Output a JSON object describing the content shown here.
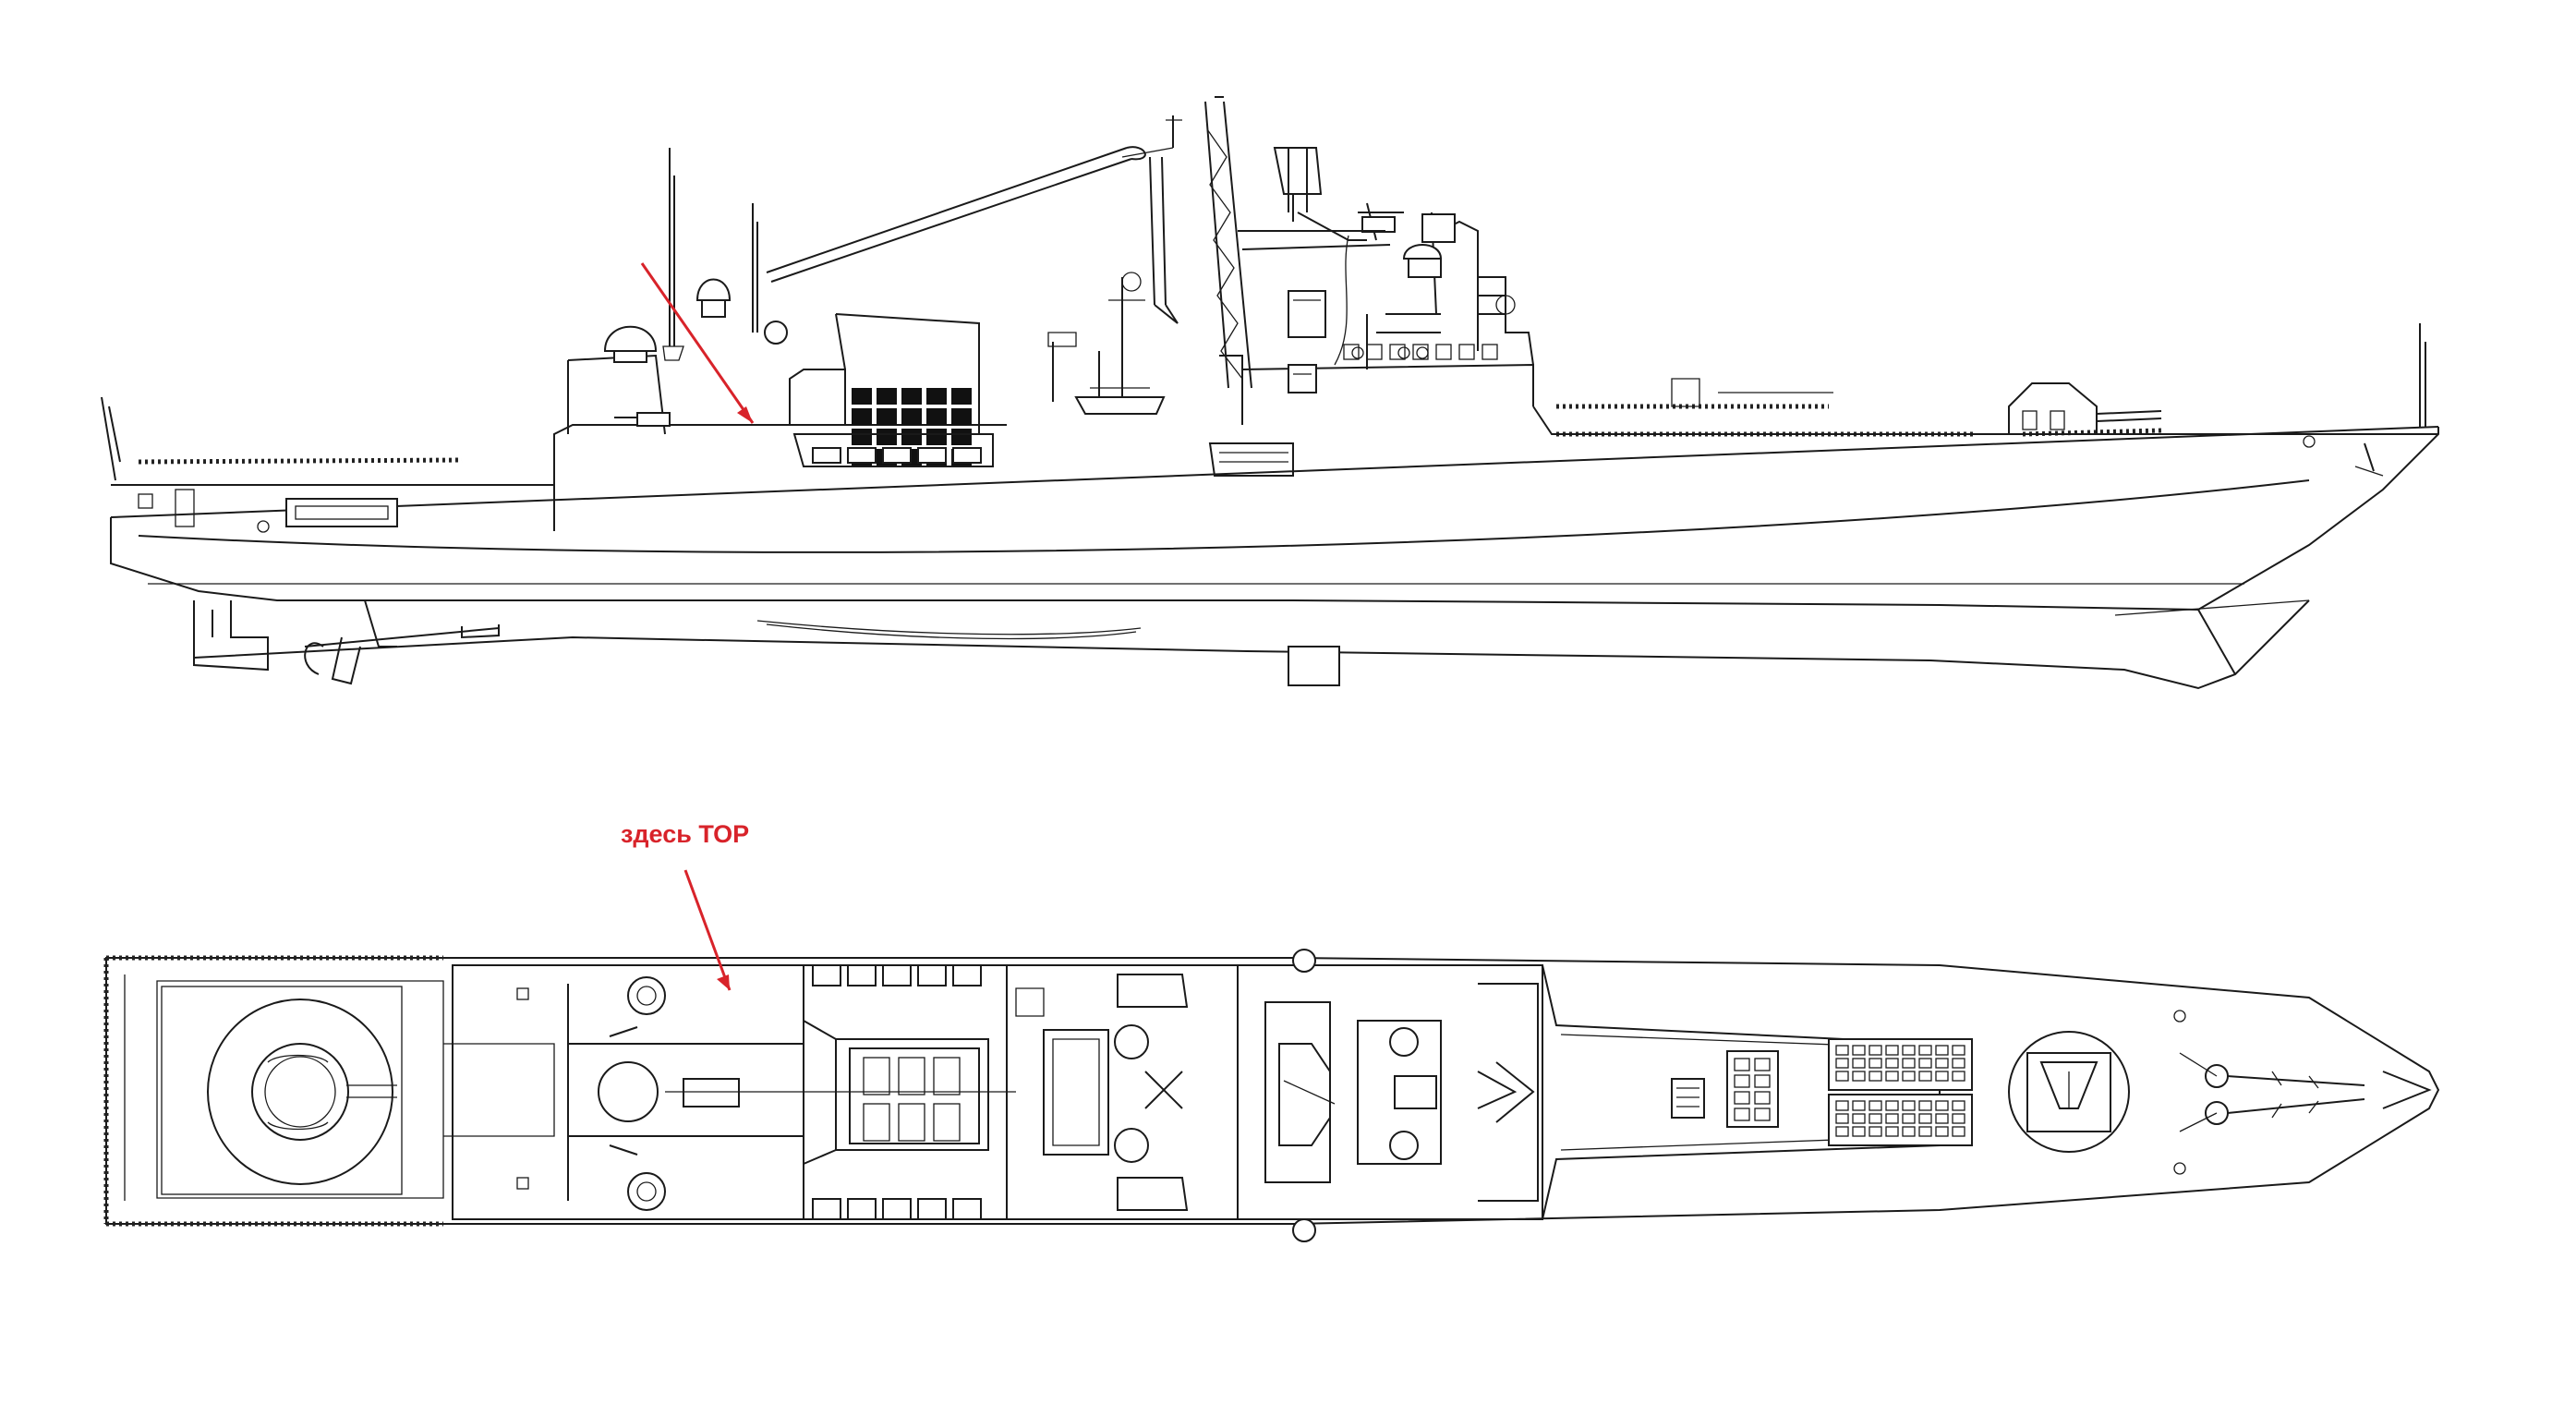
{
  "annotation": {
    "label": "здесь ТОР",
    "color": "#d8232a"
  },
  "views": [
    {
      "id": "side-elevation"
    },
    {
      "id": "top-plan"
    }
  ],
  "colors": {
    "background": "#ffffff",
    "line": "#1a1a1a",
    "arrow": "#d8232a"
  }
}
